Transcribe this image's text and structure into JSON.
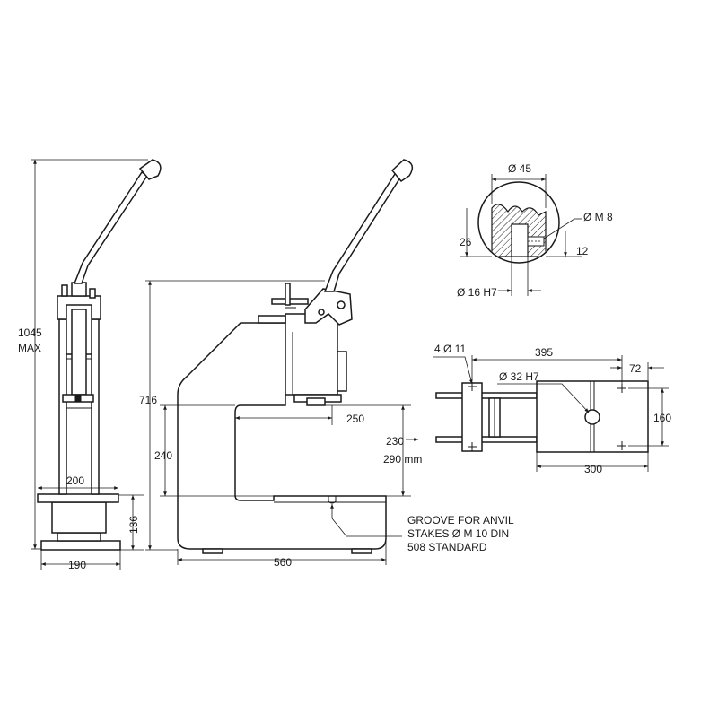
{
  "dimensions": {
    "height_total": "1045",
    "height_total_max": "MAX",
    "base_width_front": "190",
    "table_width_front": "200",
    "base_height": "136",
    "height_side": "716",
    "throat_height": "240",
    "throat_depth": "250",
    "stroke_min": "230",
    "stroke_max": "290 mm",
    "base_length": "560",
    "detail_diameter": "Ø 45",
    "detail_thread": "Ø M 8",
    "detail_depth": "26",
    "detail_thread_depth": "12",
    "detail_bore": "Ø 16  H7",
    "holes": "4  Ø 11",
    "plan_length": "395",
    "plan_bore": "Ø 32 H7",
    "plan_edge": "72",
    "plan_width": "160",
    "plan_table": "300"
  },
  "annotation": {
    "groove_line1": "GROOVE FOR ANVIL",
    "groove_line2": "STAKES Ø M 10 DIN",
    "groove_line3": "508 STANDARD"
  }
}
